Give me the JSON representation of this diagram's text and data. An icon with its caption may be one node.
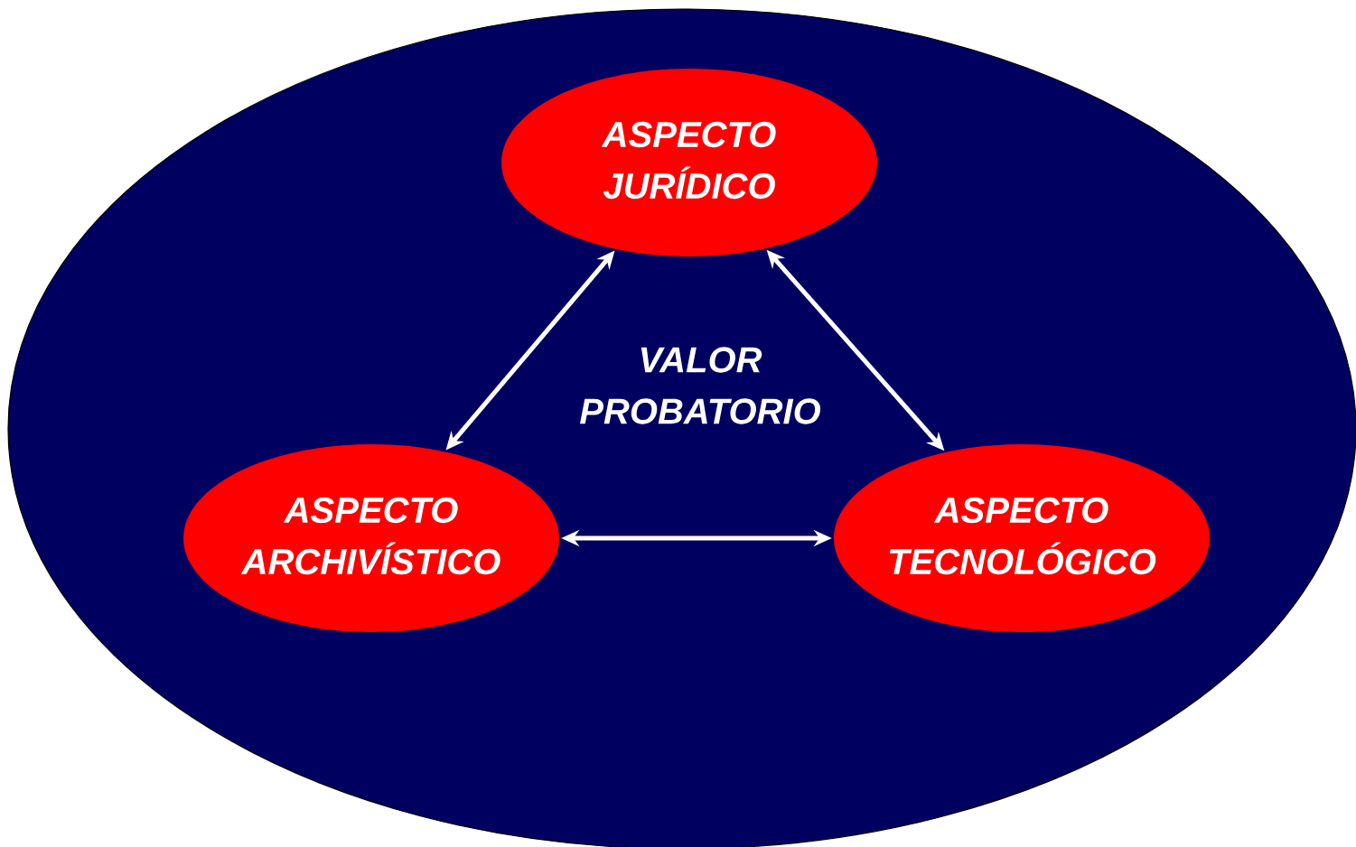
{
  "diagram": {
    "nodes": [
      {
        "text": [
          "VALOR PROBATORIO"
        ]
      },
      {
        "text": [
          "ASPECTO JURÍDICO"
        ],
        "in": 0
      },
      {
        "text": [
          "ASPECTO ARCHIVÍSTICO"
        ],
        "in": 0
      },
      {
        "text": [
          "ASPECTO TECNOLÓGICO"
        ],
        "in": 0
      }
    ],
    "edges": [
      {
        "from": 1,
        "to": 2,
        "arrow": "both"
      },
      {
        "from": 1,
        "to": 3,
        "arrow": "both"
      },
      {
        "from": 2,
        "to": 3,
        "arrow": "both"
      }
    ]
  }
}
